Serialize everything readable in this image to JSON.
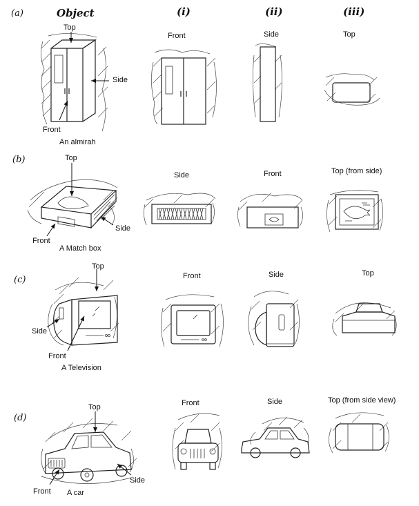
{
  "headers": {
    "object": "Object",
    "col1": "(i)",
    "col2": "(ii)",
    "col3": "(iii)"
  },
  "rows": [
    {
      "label": "(a)",
      "object_name": "An almirah",
      "callouts": {
        "top": "Top",
        "side": "Side",
        "front": "Front"
      },
      "views": [
        "Front",
        "Side",
        "Top"
      ]
    },
    {
      "label": "(b)",
      "object_name": "A Match box",
      "callouts": {
        "top": "Top",
        "side": "Side",
        "front": "Front"
      },
      "views": [
        "Side",
        "Front",
        "Top (from side)"
      ]
    },
    {
      "label": "(c)",
      "object_name": "A Television",
      "callouts": {
        "top": "Top",
        "side": "Side",
        "front": "Front"
      },
      "views": [
        "Front",
        "Side",
        "Top"
      ]
    },
    {
      "label": "(d)",
      "object_name": "A car",
      "callouts": {
        "top": "Top",
        "side": "Side",
        "front": "Front"
      },
      "views": [
        "Front",
        "Side",
        "Top (from side view)"
      ]
    }
  ]
}
